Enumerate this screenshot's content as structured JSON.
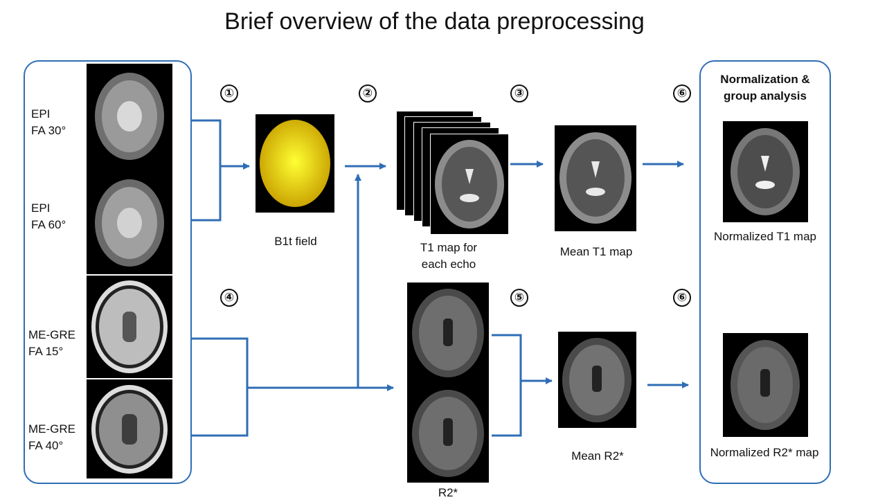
{
  "title": "Brief overview of the data preprocessing",
  "input_scans": [
    {
      "line1": "EPI",
      "line2": "FA 30°"
    },
    {
      "line1": "EPI",
      "line2": "FA 60°"
    },
    {
      "line1": "ME-GRE",
      "line2": "FA 15°"
    },
    {
      "line1": "ME-GRE",
      "line2": "FA 40°"
    }
  ],
  "steps": {
    "s1": "①",
    "s2": "②",
    "s3": "③",
    "s4": "④",
    "s5": "⑤",
    "s6a": "⑥",
    "s6b": "⑥"
  },
  "nodes": {
    "b1t_field": "B1t  field",
    "t1_each_echo_line1": "T1 map for",
    "t1_each_echo_line2": "each echo",
    "mean_t1": "Mean T1 map",
    "r2star": "R2*",
    "mean_r2star": "Mean R2*",
    "normalized_t1": "Normalized T1 map",
    "normalized_r2star": "Normalized R2* map"
  },
  "group_title": {
    "line1": "Normalization &",
    "line2": "group analysis"
  },
  "colors": {
    "accent": "#2f6db5",
    "b1_field_core": "#ffff33",
    "b1_field_edge": "#c8a000"
  }
}
